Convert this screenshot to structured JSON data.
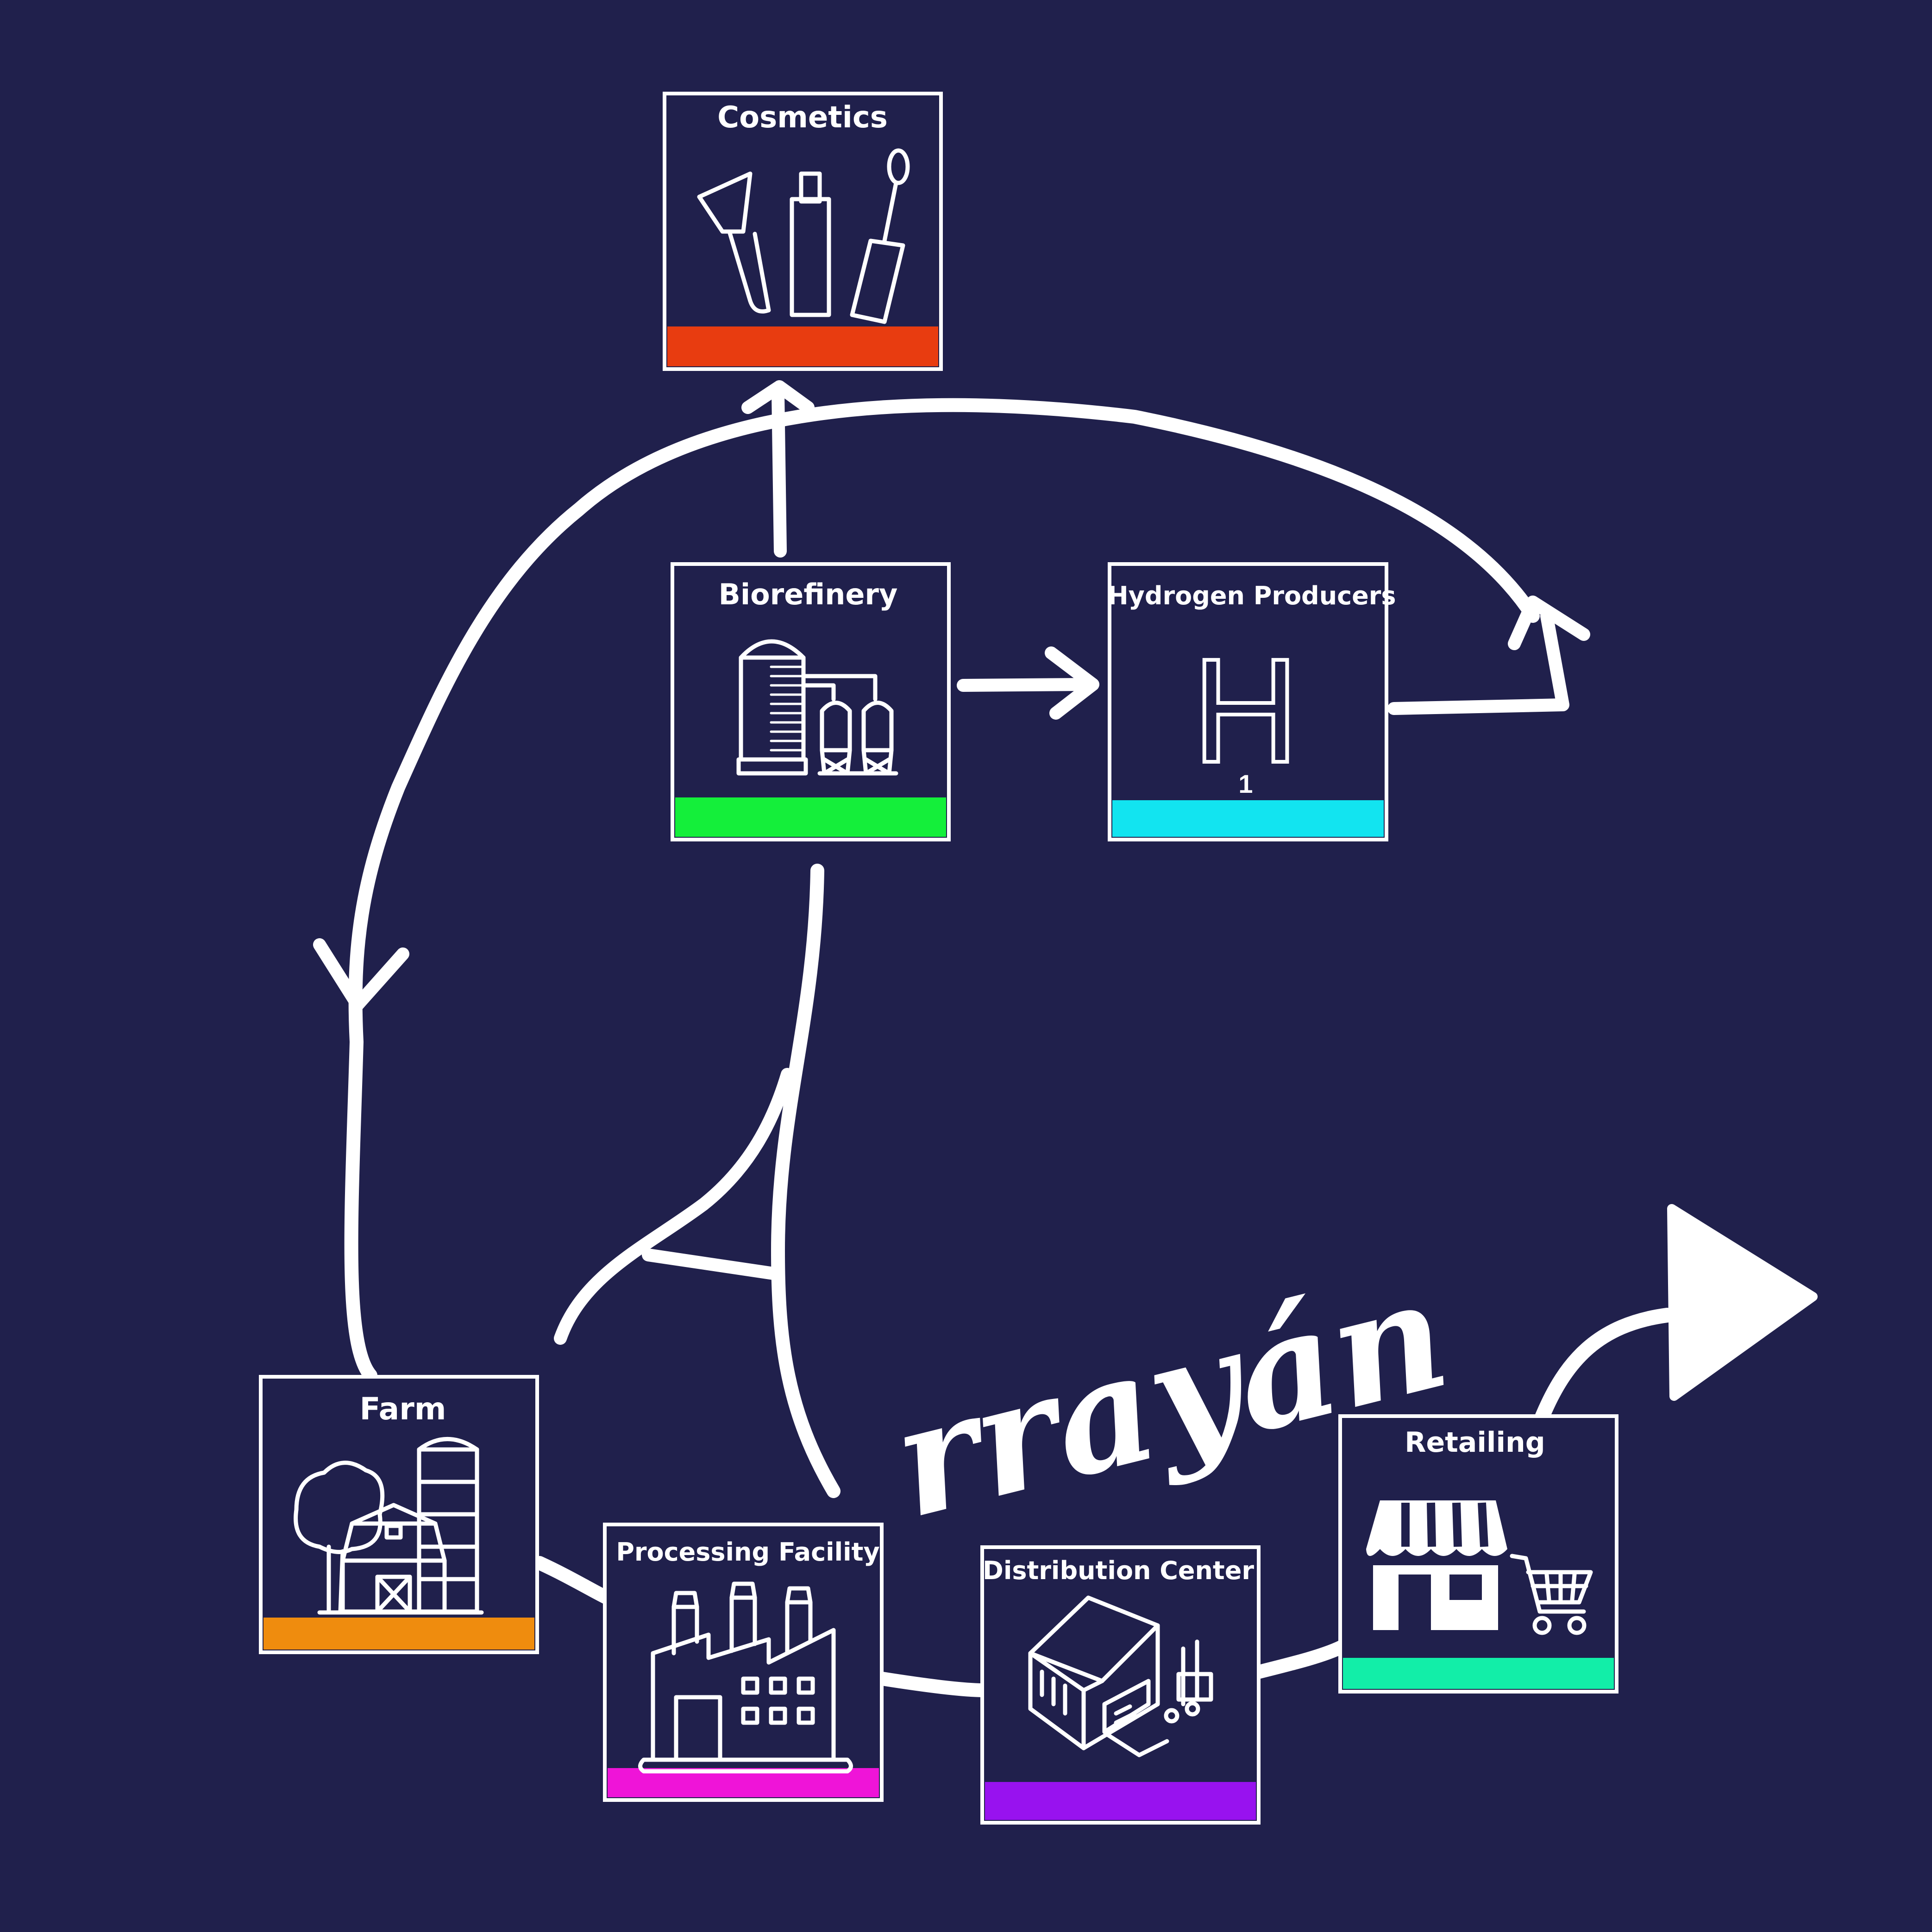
{
  "brand": {
    "text": "rrayán"
  },
  "nodes": {
    "cosmetics": {
      "title": "Cosmetics",
      "accent": "#e83c10"
    },
    "biorefinery": {
      "title": "Biorefinery",
      "accent": "#14ef3a"
    },
    "hydrogen": {
      "title": "Hydrogen Producers",
      "accent": "#12e4f0",
      "symbol": "H",
      "atomic_number": "1"
    },
    "farm": {
      "title": "Farm",
      "accent": "#ef8c0e"
    },
    "processing": {
      "title": "Processing Facility",
      "accent": "#ef14d8"
    },
    "distribution": {
      "title": "Distribution Center",
      "accent": "#9812ef"
    },
    "retailing": {
      "title": "Retailing",
      "accent": "#12eea8"
    }
  },
  "icons": {
    "cosmetics": "makeup-icon",
    "biorefinery": "silo-tanks-icon",
    "hydrogen": "hydrogen-element-icon",
    "farm": "barn-icon",
    "processing": "factory-icon",
    "distribution": "warehouse-icon",
    "retailing": "store-cart-icon"
  }
}
